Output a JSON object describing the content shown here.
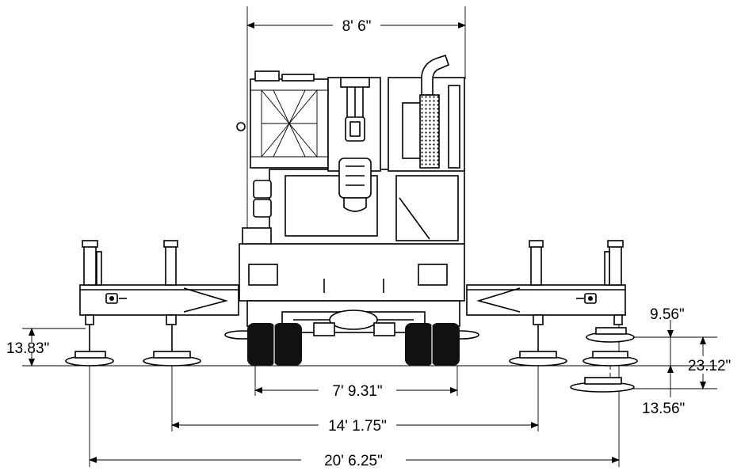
{
  "dimensions": {
    "overall_width": "8' 6\"",
    "wheel_track": "7' 9.31\"",
    "outrigger_mid_span": "14' 1.75\"",
    "outrigger_full_span": "20' 6.25\"",
    "left_pad_height": "13.83\"",
    "right_pad_upper": "9.56\"",
    "right_pad_total": "23.12\"",
    "right_pad_lower": "13.56\""
  }
}
